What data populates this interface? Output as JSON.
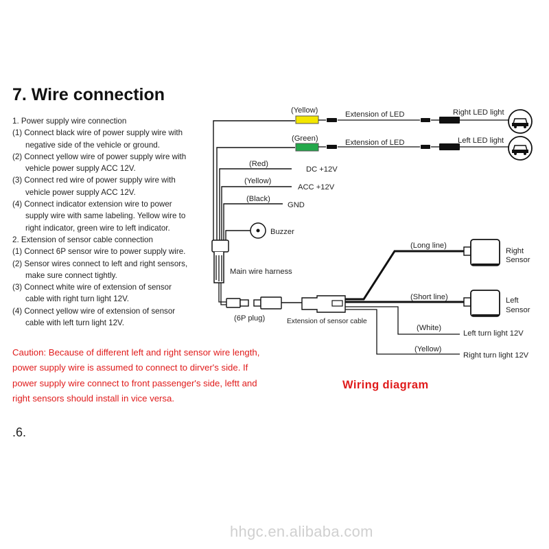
{
  "title": "7. Wire connection",
  "instructions": [
    {
      "text": "1. Power supply wire connection",
      "indent": false
    },
    {
      "text": "(1) Connect black wire of power supply wire with",
      "indent": false
    },
    {
      "text": "negative side of the vehicle or ground.",
      "indent": true
    },
    {
      "text": "(2) Connect yellow wire of power supply wire with",
      "indent": false
    },
    {
      "text": "vehicle power supply ACC 12V.",
      "indent": true
    },
    {
      "text": "(3) Connect red wire of power supply wire with",
      "indent": false
    },
    {
      "text": "vehicle power supply ACC 12V.",
      "indent": true
    },
    {
      "text": "(4) Connect indicator extension wire to power",
      "indent": false
    },
    {
      "text": "supply wire with same labeling. Yellow wire to",
      "indent": true
    },
    {
      "text": "right indicator, green wire to left indicator.",
      "indent": true
    },
    {
      "text": "2. Extension of sensor cable connection",
      "indent": false
    },
    {
      "text": "(1) Connect 6P sensor wire to power supply wire.",
      "indent": false
    },
    {
      "text": "(2) Sensor wires connect to left and right sensors,",
      "indent": false
    },
    {
      "text": "make sure connect tightly.",
      "indent": true
    },
    {
      "text": "(3) Connect white wire of extension of sensor",
      "indent": false
    },
    {
      "text": "cable with right turn light 12V.",
      "indent": true
    },
    {
      "text": "(4) Connect yellow wire of extension of sensor",
      "indent": false
    },
    {
      "text": "cable with left turn light 12V.",
      "indent": true
    }
  ],
  "caution": [
    "Caution: Because of different left and right sensor wire length,",
    "power supply wire is assumed to connect to dirver's side. If",
    "power supply wire connect to front passenger's side, leftt and",
    "right sensors should install in vice versa."
  ],
  "page_number": ".6.",
  "watermark": "hhgc.en.alibaba.com",
  "diagram": {
    "caption": "Wiring diagram",
    "labels": {
      "yellow_tag": "(Yellow)",
      "green_tag": "(Green)",
      "ext_led_1": "Extension of  LED",
      "ext_led_2": "Extension of  LED",
      "right_led": "Right LED light",
      "left_led": "Left LED light",
      "red_tag": "(Red)",
      "dc12": "DC +12V",
      "yellow_acc_tag": "(Yellow)",
      "acc12": "ACC +12V",
      "black_tag": "(Black)",
      "gnd": "GND",
      "buzzer": "Buzzer",
      "main_harness": "Main wire harness",
      "plug_6p": "(6P plug)",
      "ext_sensor": "Extension of sensor cable",
      "long_line": "(Long line)",
      "short_line": "(Short line)",
      "right_sensor_1": "Right",
      "right_sensor_2": "Sensor",
      "left_sensor_1": "Left",
      "left_sensor_2": "Sensor",
      "white_tag": "(White)",
      "left_turn": "Left turn light 12V",
      "yellow_turn_tag": "(Yellow)",
      "right_turn": "Right turn light 12V"
    }
  },
  "colors": {
    "caution_text": "#e01b1b",
    "caption_text": "#e01b1b",
    "yellow_block": "#f3e600",
    "green_block": "#22a84a",
    "wire": "#111111",
    "watermark": "#d0d0d0"
  }
}
